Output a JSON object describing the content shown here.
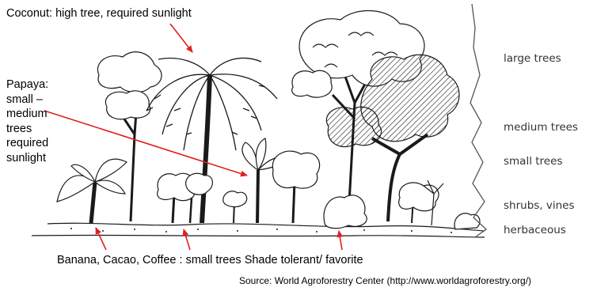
{
  "annotations": {
    "coconut": "Coconut: high tree, required sunlight",
    "papaya_lines": [
      "Papaya:",
      "small –",
      "medium",
      "trees",
      "required",
      "sunlight"
    ],
    "banana": "Banana, Cacao, Coffee : small trees Shade tolerant/ favorite"
  },
  "layers": {
    "large": "large trees",
    "medium": "medium trees",
    "small": "small trees",
    "shrubs": "shrubs, vines",
    "herbaceous": "herbaceous"
  },
  "source": "Source: World  Agroforestry Center (http://www.worldagroforestry.org/)",
  "colors": {
    "arrow": "#e02020",
    "ink": "#1a1a1a",
    "label": "#333333"
  }
}
